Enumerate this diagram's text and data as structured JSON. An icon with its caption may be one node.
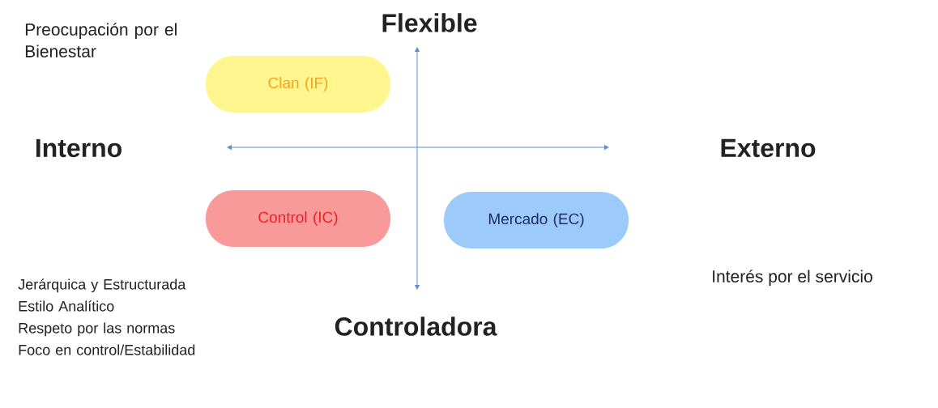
{
  "diagram": {
    "nodes": [
      {
        "text": [
          "Clan (IF)"
        ]
      },
      {
        "text": [
          "Control (IC)"
        ]
      },
      {
        "text": [
          "Mercado (EC)"
        ]
      }
    ],
    "labels": [
      "Preocupación por el Bienestar",
      "Flexible",
      "Interno",
      "Externo",
      "Interés por el servicio",
      "Jerárquica y Estructurada",
      "Estilo Analítico",
      "Respeto por las normas",
      "Foco en control/Estabilidad",
      "Controladora"
    ]
  }
}
